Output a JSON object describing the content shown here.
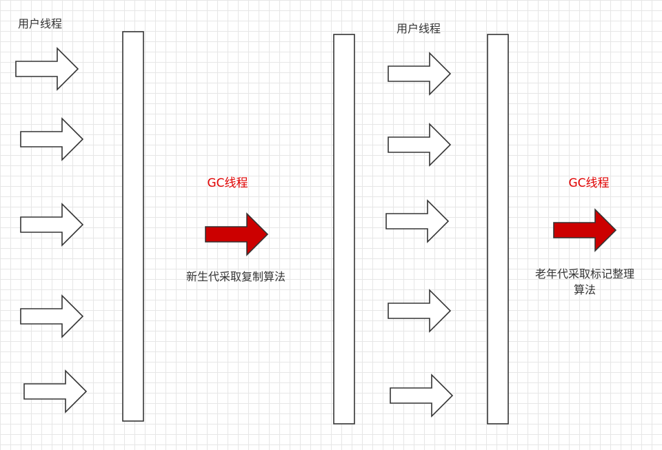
{
  "labels": {
    "user_thread_left": "用户线程",
    "user_thread_right": "用户线程",
    "gc_thread_left": "GC线程",
    "gc_thread_right": "GC线程",
    "young_gen_desc": "新生代采取复制算法",
    "old_gen_desc_line1": "老年代采取标记整理",
    "old_gen_desc_line2": "算法"
  },
  "colors": {
    "gc_arrow": "#cc0000",
    "gc_text": "#e00000",
    "outline": "#333333"
  }
}
